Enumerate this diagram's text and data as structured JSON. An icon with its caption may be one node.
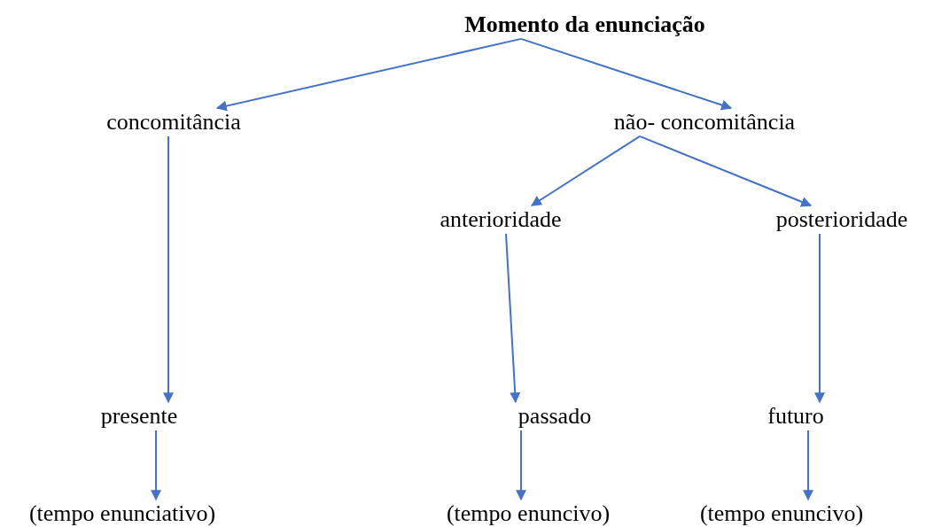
{
  "diagram": {
    "nodes": [
      {
        "text": [
          "Momento da enunciação"
        ]
      },
      {
        "text": [
          "concomitância"
        ]
      },
      {
        "text": [
          "não- concomitância"
        ]
      },
      {
        "text": [
          "anterioridade"
        ]
      },
      {
        "text": [
          "posterioridade"
        ]
      },
      {
        "text": [
          "presente"
        ]
      },
      {
        "text": [
          "passado"
        ]
      },
      {
        "text": [
          "futuro"
        ]
      },
      {
        "text": [
          "(tempo enunciativo)"
        ]
      },
      {
        "text": [
          "(tempo enuncivo)"
        ]
      },
      {
        "text": [
          "(tempo enuncivo)"
        ]
      }
    ],
    "edges": [
      {
        "from": 0,
        "to": 1,
        "arrow": "to"
      },
      {
        "from": 0,
        "to": 2,
        "arrow": "to"
      },
      {
        "from": 1,
        "to": 5,
        "arrow": "to"
      },
      {
        "from": 2,
        "to": 3,
        "arrow": "to"
      },
      {
        "from": 2,
        "to": 4,
        "arrow": "to"
      },
      {
        "from": 3,
        "to": 6,
        "arrow": "to"
      },
      {
        "from": 4,
        "to": 7,
        "arrow": "to"
      },
      {
        "from": 5,
        "to": 8,
        "arrow": "to"
      },
      {
        "from": 6,
        "to": 9,
        "arrow": "to"
      },
      {
        "from": 7,
        "to": 10,
        "arrow": "to"
      }
    ]
  }
}
